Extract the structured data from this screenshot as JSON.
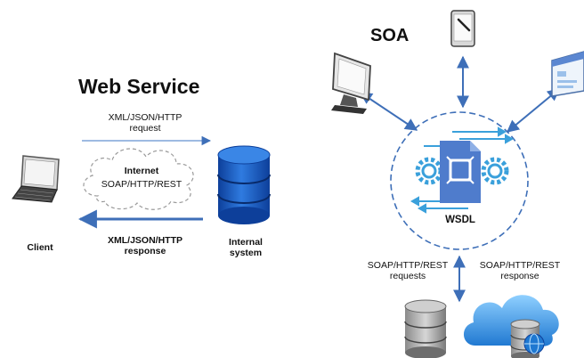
{
  "web_service": {
    "title": "Web Service",
    "request": [
      "XML/JSON/HTTP",
      "request"
    ],
    "cloud": {
      "title": "Internet",
      "subtitle": "SOAP/HTTP/REST"
    },
    "response": [
      "XML/JSON/HTTP",
      "response"
    ],
    "client": "Client",
    "internal": [
      "Internal",
      "system"
    ]
  },
  "soa": {
    "title": "SOA",
    "wsdl": "WSDL",
    "requests": [
      "SOAP/HTTP/REST",
      "requests"
    ],
    "response": [
      "SOAP/HTTP/REST",
      "response"
    ]
  },
  "colors": {
    "arrow": "#3e6fb8",
    "db": "#1f63c8",
    "hub": "#5b87d1",
    "gear": "#3aa0db"
  },
  "icons": [
    "laptop-icon",
    "database-icon",
    "monitor-icon",
    "tablet-icon",
    "browser-window-icon",
    "gear-icon",
    "server-icon",
    "cloud-server-icon",
    "globe-icon"
  ]
}
